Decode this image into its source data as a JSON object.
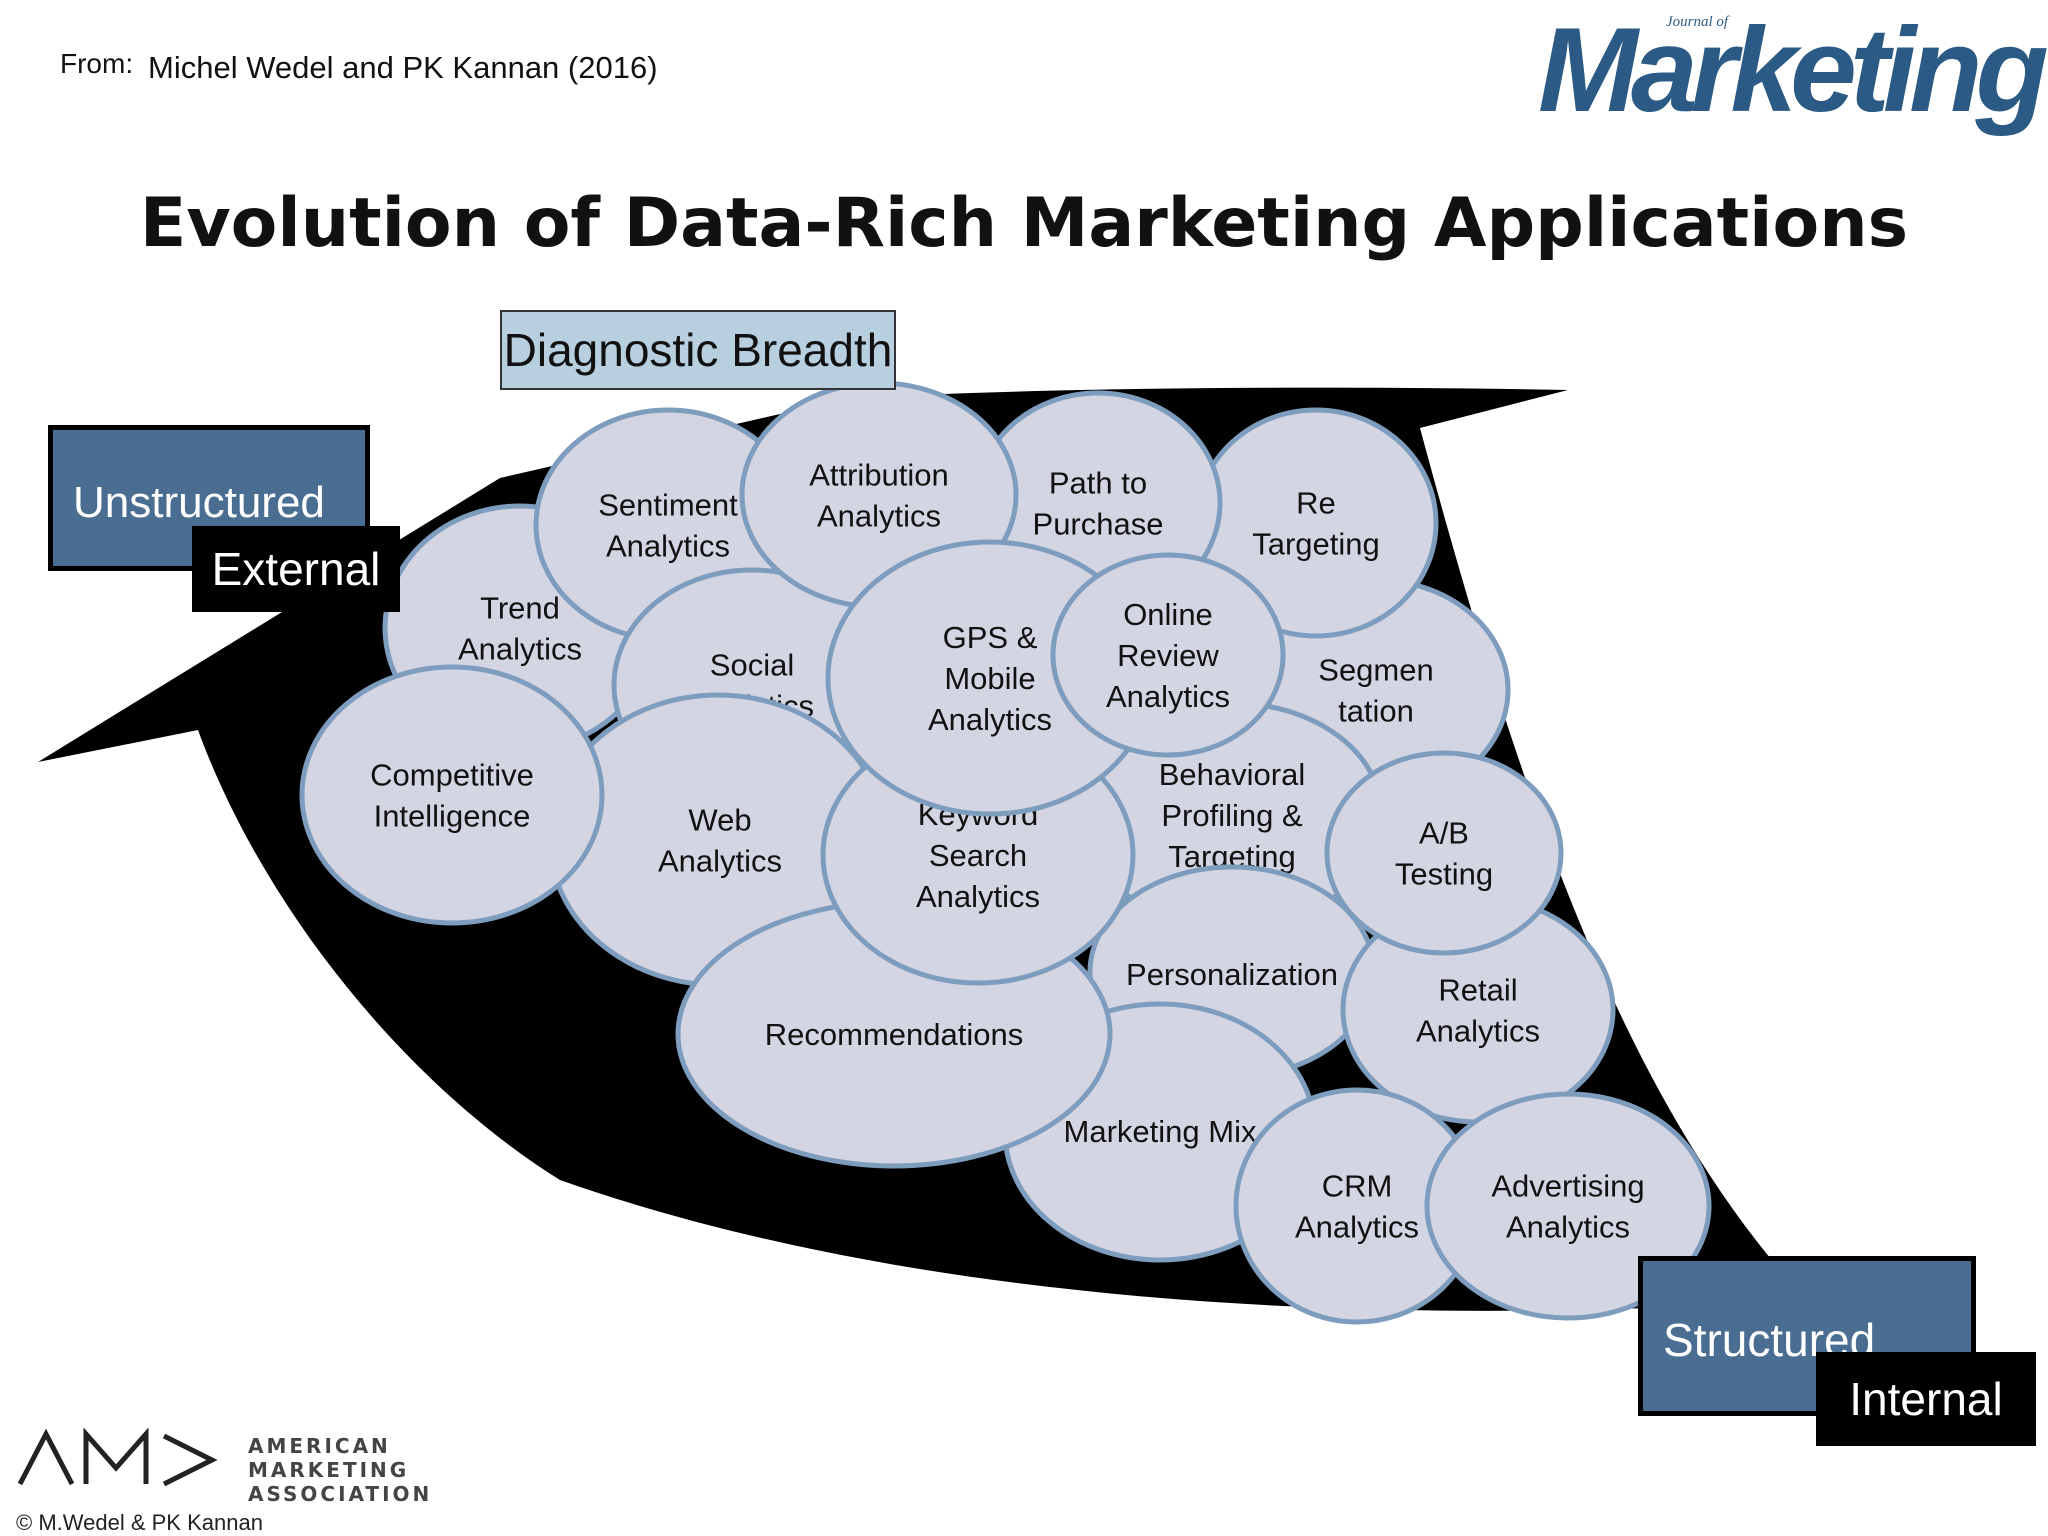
{
  "source": {
    "from_label": "From:",
    "authors": "Michel Wedel and PK Kannan (2016)"
  },
  "journal_logo": {
    "small_text": "Journal of",
    "word": "Marketing"
  },
  "title": "Evolution of Data-Rich Marketing Applications",
  "labels": {
    "diagnostic": "Diagnostic Breadth",
    "unstructured": "Unstructured",
    "external": "External",
    "structured": "Structured",
    "internal": "Internal"
  },
  "bubbles": [
    {
      "id": "trend",
      "lines": [
        "Trend",
        "Analytics"
      ]
    },
    {
      "id": "sentiment",
      "lines": [
        "Sentiment",
        "Analytics"
      ]
    },
    {
      "id": "attribution",
      "lines": [
        "Attribution",
        "Analytics"
      ]
    },
    {
      "id": "path",
      "lines": [
        "Path to",
        "Purchase"
      ]
    },
    {
      "id": "retargeting",
      "lines": [
        "Re",
        "Targeting"
      ]
    },
    {
      "id": "social",
      "lines": [
        "Social",
        "Analytics"
      ]
    },
    {
      "id": "segmentation",
      "lines": [
        "Segmen",
        "tation"
      ]
    },
    {
      "id": "web",
      "lines": [
        "Web",
        "Analytics"
      ]
    },
    {
      "id": "competitive",
      "lines": [
        "Competitive",
        "Intelligence"
      ]
    },
    {
      "id": "behavioral",
      "lines": [
        "Behavioral",
        "Profiling &",
        "Targeting"
      ]
    },
    {
      "id": "personalization",
      "lines": [
        "Personalization"
      ]
    },
    {
      "id": "retail",
      "lines": [
        "Retail",
        "Analytics"
      ]
    },
    {
      "id": "marketingmix",
      "lines": [
        "Marketing Mix"
      ]
    },
    {
      "id": "keyword",
      "lines": [
        "Keyword",
        "Search",
        "Analytics"
      ]
    },
    {
      "id": "gps",
      "lines": [
        "GPS &",
        "Mobile",
        "Analytics"
      ]
    },
    {
      "id": "online",
      "lines": [
        "Online",
        "Review",
        "Analytics"
      ]
    },
    {
      "id": "ab",
      "lines": [
        "A/B",
        "Testing"
      ]
    },
    {
      "id": "recommendations",
      "lines": [
        "Recommendations"
      ]
    },
    {
      "id": "crm",
      "lines": [
        "CRM",
        "Analytics"
      ]
    },
    {
      "id": "advertising",
      "lines": [
        "Advertising",
        "Analytics"
      ]
    }
  ],
  "ama": {
    "mark": "AM>",
    "line1": "AMERICAN MARKETING",
    "line2": "ASSOCIATION"
  },
  "copyright": "© M.Wedel & PK Kannan",
  "colors": {
    "bubble_fill": "#d3d5e2",
    "bubble_stroke": "#7e9cbd",
    "box_blue": "#4a6e91",
    "box_light": "#b8cfe0"
  }
}
